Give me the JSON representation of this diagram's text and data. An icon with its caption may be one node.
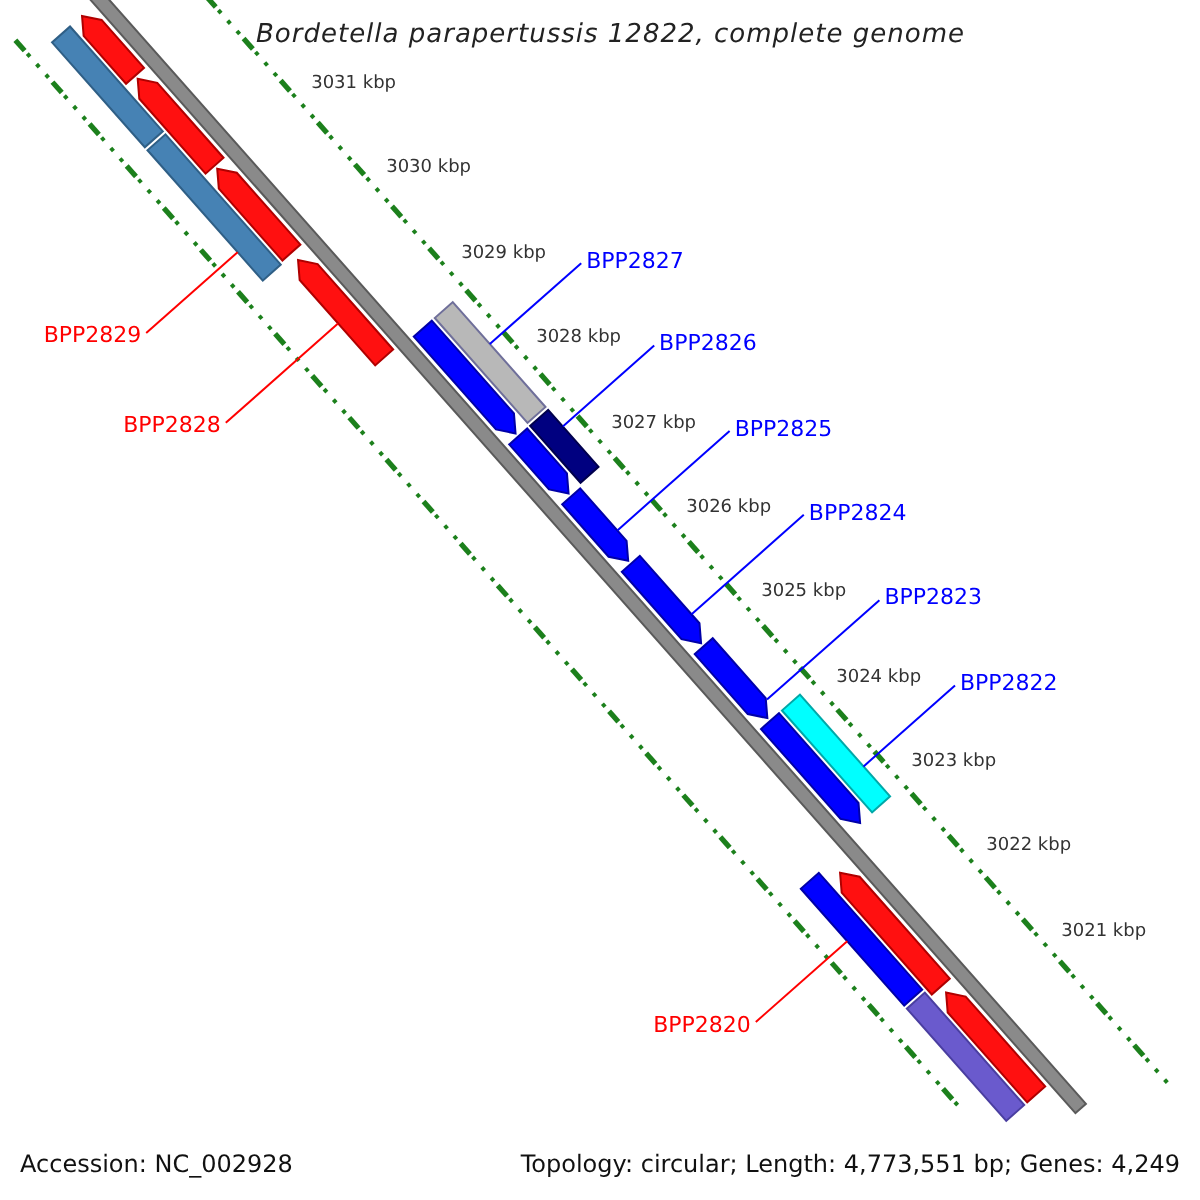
{
  "diagram": {
    "title": "Bordetella parapertussis 12822, complete genome",
    "nodes": [
      {
        "text": [
          "BPP2827"
        ]
      },
      {
        "text": [
          "BPP2829"
        ]
      },
      {
        "text": [
          "BPP2826"
        ]
      },
      {
        "text": [
          "BPP2825"
        ]
      },
      {
        "text": [
          "BPP2828"
        ]
      },
      {
        "text": [
          "BPP2824"
        ]
      },
      {
        "text": [
          "BPP2823"
        ]
      },
      {
        "text": [
          "BPP2822"
        ]
      },
      {
        "text": [
          "BPP2820"
        ]
      },
      {
        "text": [],
        "shape": "bar"
      },
      {
        "text": [],
        "shape": "arrow"
      },
      {
        "text": [],
        "shape": "arrow"
      },
      {
        "text": [],
        "shape": "bar"
      },
      {
        "text": [],
        "shape": "arrow"
      },
      {
        "text": [],
        "shape": "arrow"
      },
      {
        "text": [],
        "shape": "bar"
      },
      {
        "text": [],
        "shape": "arrow"
      },
      {
        "text": [],
        "shape": "bar"
      },
      {
        "text": [],
        "shape": "arrow"
      },
      {
        "text": [],
        "shape": "arrow"
      },
      {
        "text": [],
        "shape": "arrow"
      },
      {
        "text": [],
        "shape": "arrow"
      },
      {
        "text": [],
        "shape": "bar"
      },
      {
        "text": [],
        "shape": "arrow"
      },
      {
        "text": [],
        "shape": "bar"
      },
      {
        "text": [],
        "shape": "arrow"
      },
      {
        "text": [],
        "shape": "bar"
      },
      {
        "text": [],
        "shape": "arrow"
      }
    ],
    "edges": [
      {
        "from": 0,
        "to": 15,
        "arrow": "none"
      },
      {
        "from": 1,
        "to": 12,
        "arrow": "none",
        "color": "#ff0000"
      },
      {
        "from": 2,
        "to": 17,
        "arrow": "none"
      },
      {
        "from": 3,
        "to": 19,
        "arrow": "none"
      },
      {
        "from": 4,
        "to": 14,
        "arrow": "none",
        "color": "#ff0000"
      },
      {
        "from": 5,
        "to": 20,
        "arrow": "none"
      },
      {
        "from": 6,
        "to": 21,
        "arrow": "none"
      },
      {
        "from": 7,
        "to": 22,
        "arrow": "none"
      },
      {
        "from": 8,
        "to": 24,
        "arrow": "none",
        "color": "#ff0000"
      }
    ],
    "labels": [
      "3031 kbp",
      "3030 kbp",
      "3029 kbp",
      "3028 kbp",
      "3027 kbp",
      "3026 kbp",
      "3025 kbp",
      "3024 kbp",
      "3023 kbp",
      "3022 kbp",
      "3021 kbp",
      "Accession: NC_002928",
      "Topology: circular; Length: 4,773,551 bp; Genes: 4,249"
    ]
  }
}
